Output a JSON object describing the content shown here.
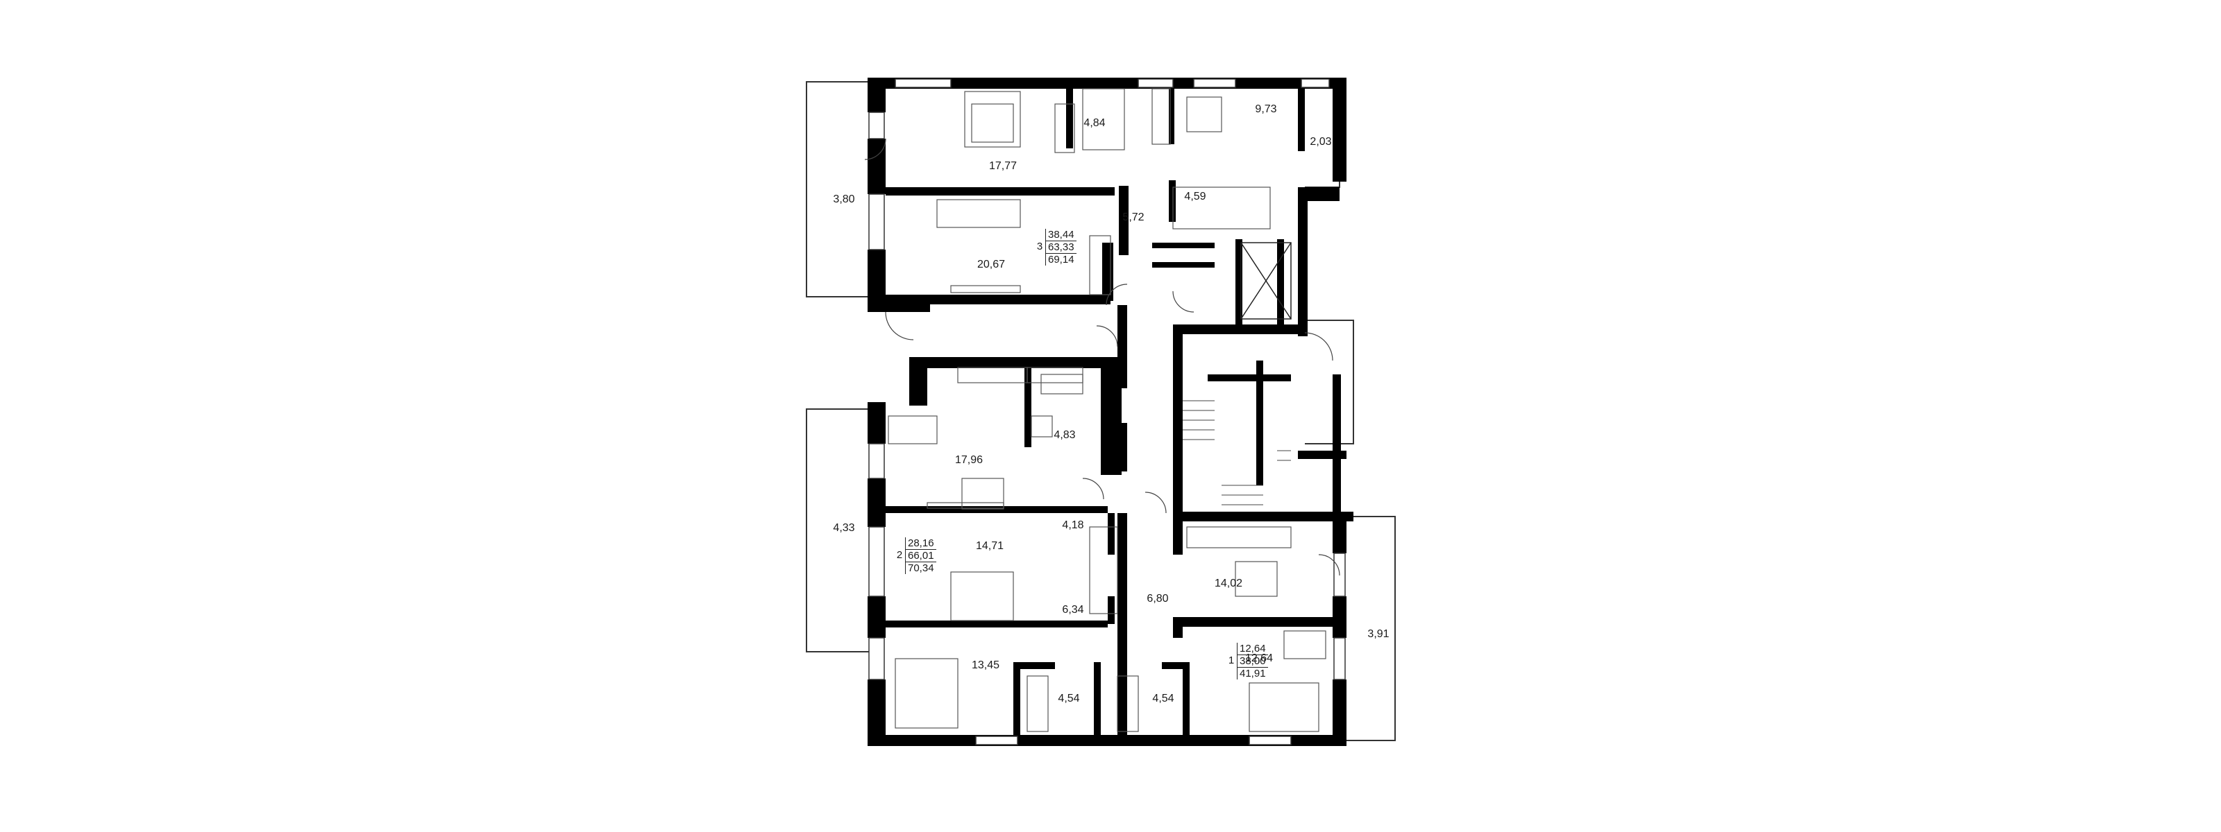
{
  "rooms": {
    "bedroom_top": "17,77",
    "bath_top": "4,84",
    "kitchen_top": "9,73",
    "balcony_small": "2,03",
    "hall_top": "4,59",
    "corridor_top": "5,72",
    "loggia_top_left": "3,80",
    "living_top": "20,67",
    "kitchen_mid": "17,96",
    "bath_mid": "4,83",
    "loggia_mid_left": "4,33",
    "hall_mid": "4,18",
    "living_mid": "14,71",
    "corridor_mid": "6,34",
    "bedroom_mid": "13,45",
    "bath_bottom_left": "4,54",
    "bath_bottom_right": "4,54",
    "corridor_right": "6,80",
    "kitchen_right": "14,02",
    "room_right": "12,64",
    "loggia_right": "3,91"
  },
  "apartments": [
    {
      "rooms": "3",
      "living": "38,44",
      "total": "63,33",
      "with_loggia": "69,14"
    },
    {
      "rooms": "2",
      "living": "28,16",
      "total": "66,01",
      "with_loggia": "70,34"
    },
    {
      "rooms": "1",
      "living": "12,64",
      "total": "38,00",
      "with_loggia": "41,91"
    }
  ]
}
